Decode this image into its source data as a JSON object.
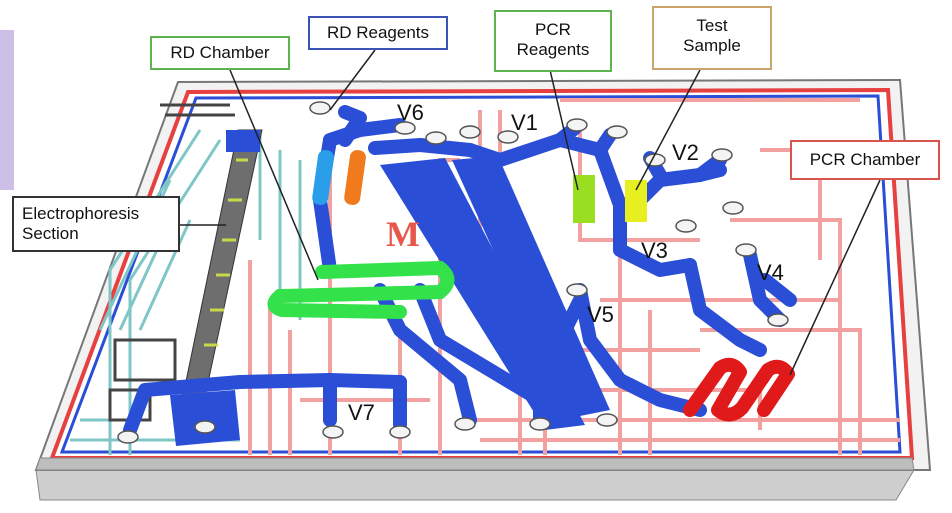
{
  "callouts": {
    "electrophoresis_line1": "Electrophoresis",
    "electrophoresis_line2": "Section",
    "rd_chamber": "RD Chamber",
    "rd_reagents": "RD Reagents",
    "pcr_reagents_line1": "PCR",
    "pcr_reagents_line2": "Reagents",
    "test_sample_line1": "Test",
    "test_sample_line2": "Sample",
    "pcr_chamber": "PCR Chamber"
  },
  "valves": {
    "v1": "V1",
    "v2": "V2",
    "v3": "V3",
    "v4": "V4",
    "v5": "V5",
    "v6": "V6",
    "v7": "V7"
  },
  "chip_mark": "M",
  "colors": {
    "channel_blue": "#2a4fd6",
    "rd_chamber_green": "#33e14a",
    "pcr_chamber_red": "#e01a1a",
    "pcr_reagent_green": "#9ade22",
    "test_sample_yellow": "#e8ef20",
    "rd_reagent_orange": "#f07a1c",
    "rd_reagent_lightblue": "#2a9ee8",
    "heater_trace_red": "#f3a0a0",
    "electrode_teal": "#7fc7c7",
    "callout_green_border": "#5fb34f",
    "callout_blue_border": "#3b53b5",
    "callout_tan_border": "#c9a46b",
    "callout_red_border": "#d9534f"
  }
}
